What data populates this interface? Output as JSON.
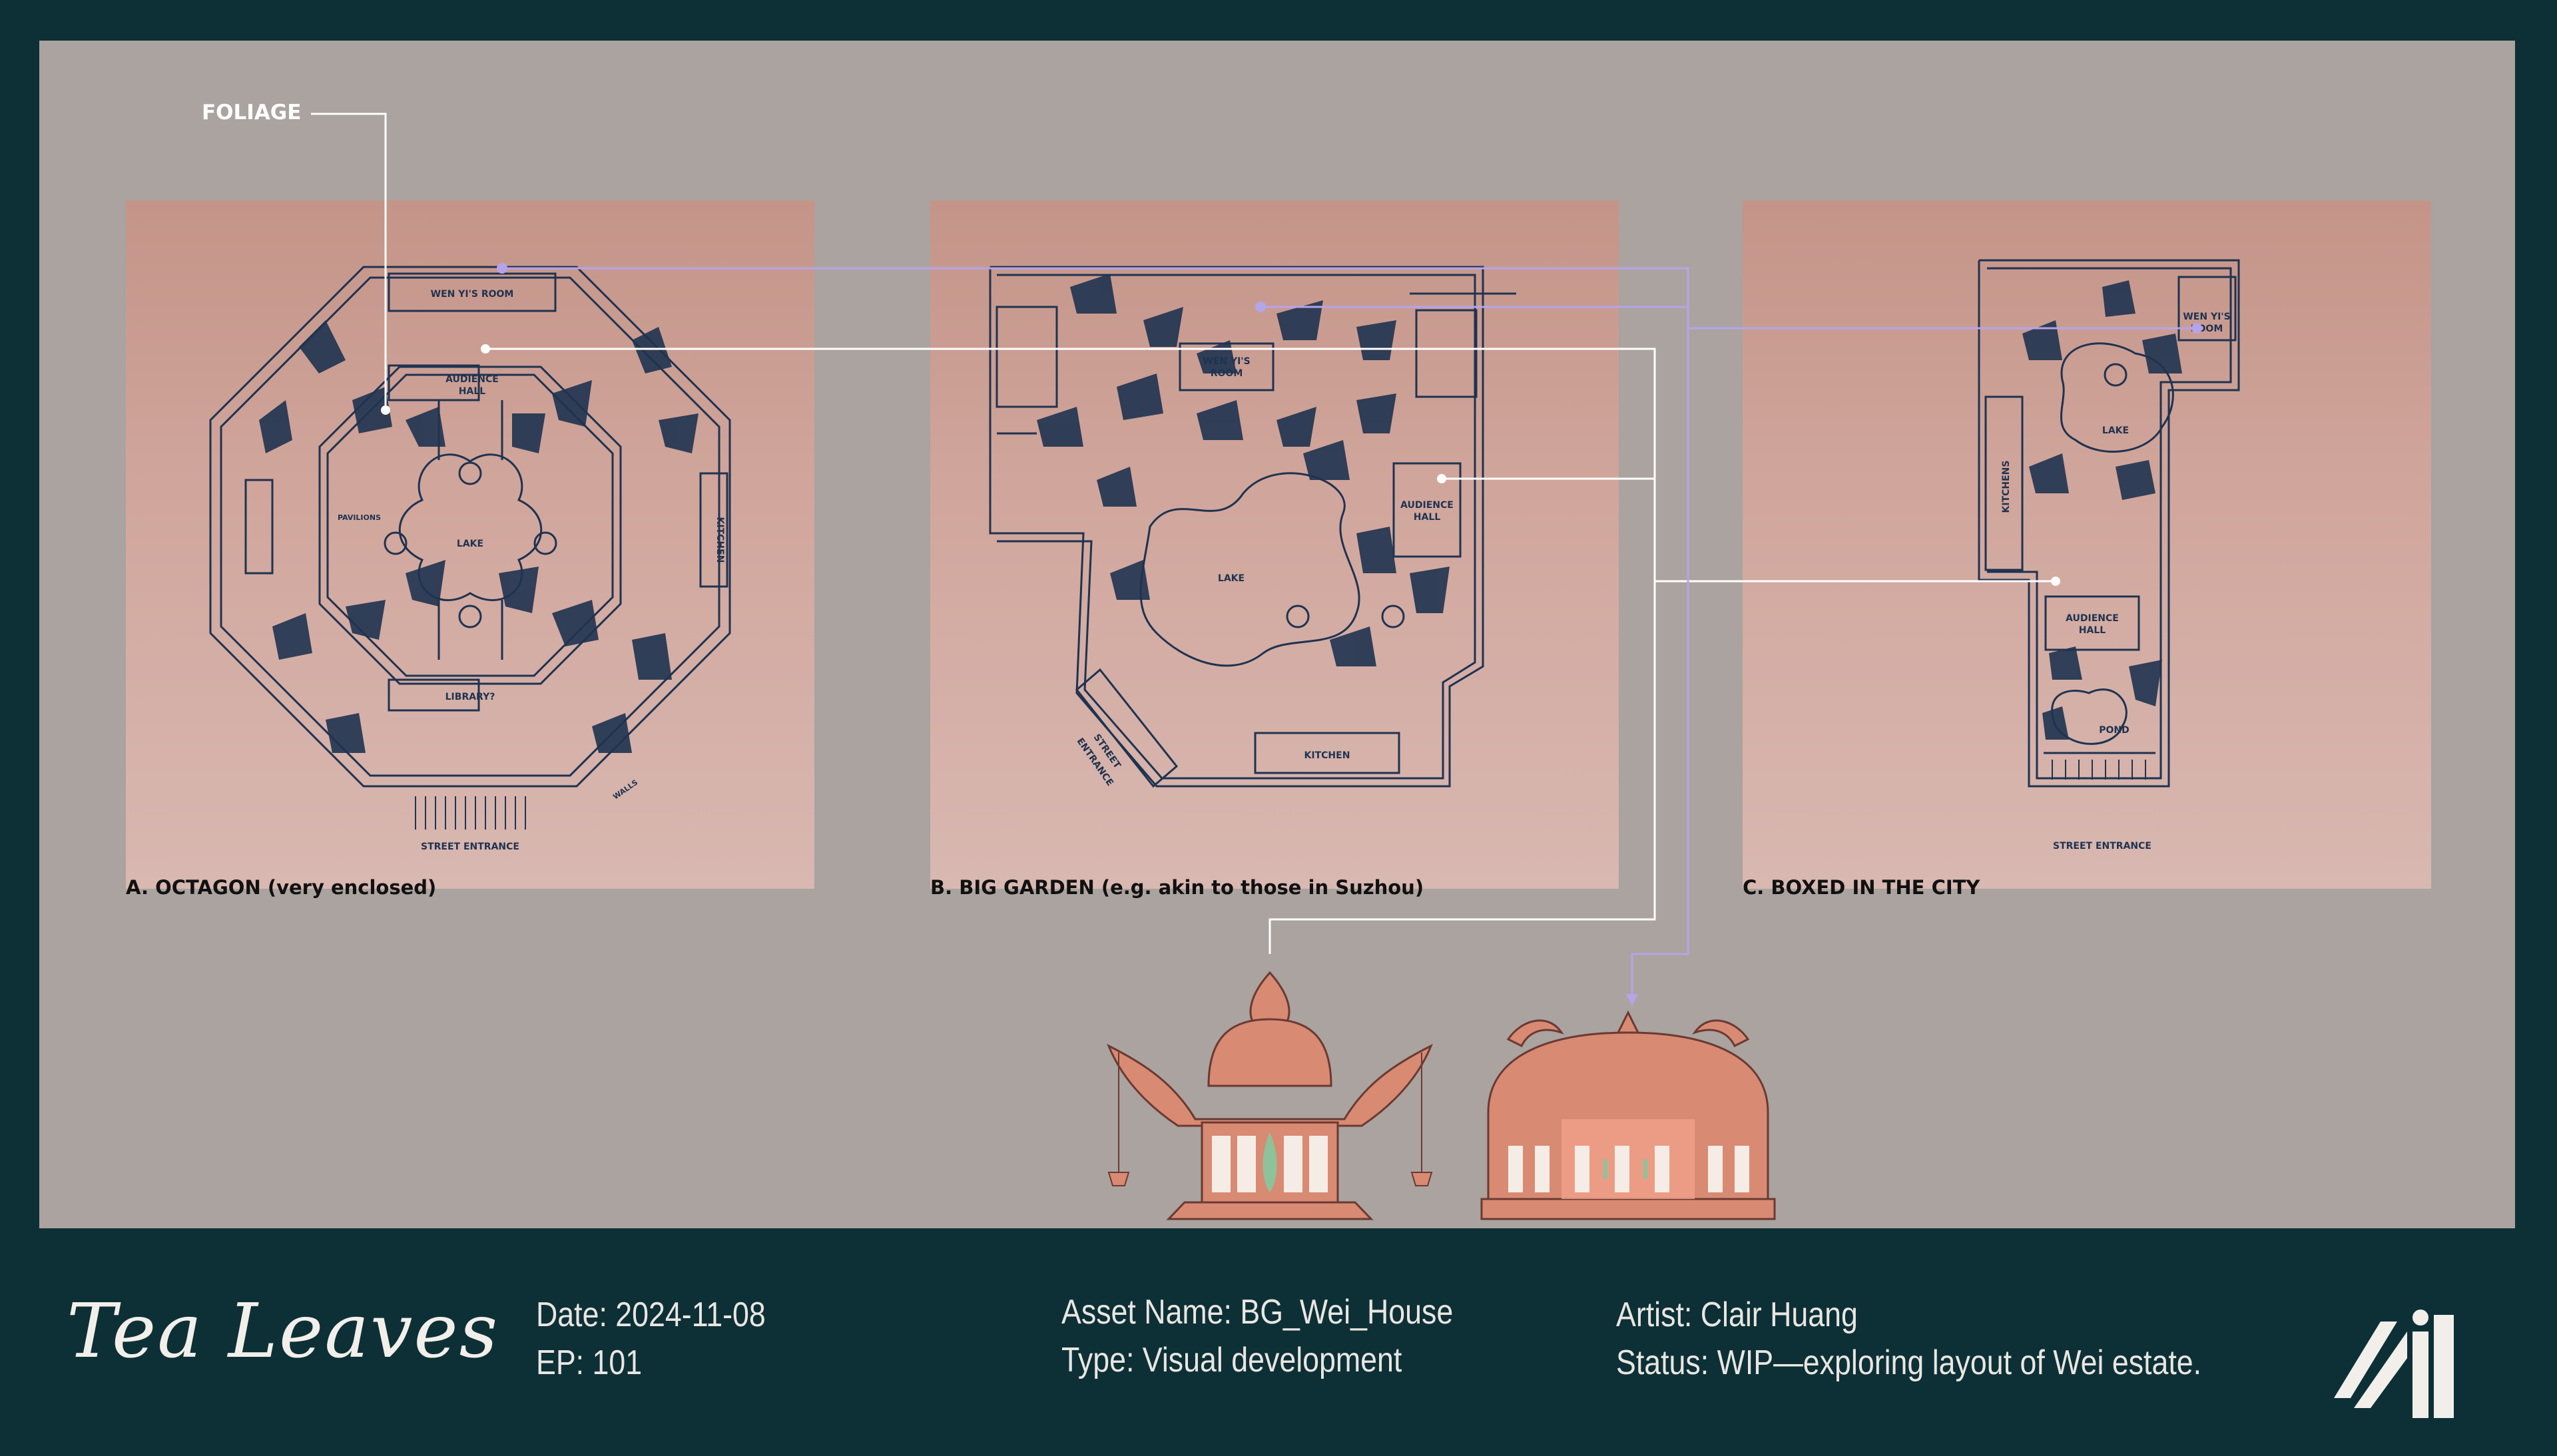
{
  "callout": {
    "foliage": "FOLIAGE"
  },
  "plans": [
    {
      "caption": "A. OCTAGON (very enclosed)",
      "labels": {
        "wen_yi_room": "WEN YI'S ROOM",
        "audience_hall_1": "AUDIENCE",
        "audience_hall_2": "HALL",
        "pavilions": "PAVILIONS",
        "lake": "LAKE",
        "kitchen": "KITCHEN",
        "library": "LIBRARY?",
        "walls": "WALLS",
        "street_entrance": "STREET ENTRANCE"
      }
    },
    {
      "caption": "B. BIG GARDEN (e.g. akin to those in Suzhou)",
      "labels": {
        "wen_yi_room_1": "WEN YI'S",
        "wen_yi_room_2": "ROOM",
        "audience_hall_1": "AUDIENCE",
        "audience_hall_2": "HALL",
        "lake": "LAKE",
        "kitchen": "KITCHEN",
        "street_entrance_1": "STREET",
        "street_entrance_2": "ENTRANCE"
      }
    },
    {
      "caption": "C. BOXED IN THE CITY",
      "labels": {
        "wen_yi_room_1": "WEN YI'S",
        "wen_yi_room_2": "ROOM",
        "lake": "LAKE",
        "kitchens": "KITCHENS",
        "audience_hall_1": "AUDIENCE",
        "audience_hall_2": "HALL",
        "pond": "POND",
        "street_entrance": "STREET ENTRANCE"
      }
    }
  ],
  "colors": {
    "background": "#0d3036",
    "board": "#aaa39f",
    "panel_top": "#c49488",
    "panel_bottom": "#d8b8b1",
    "plan_ink": "#1f3350",
    "connector_white": "#ffffff",
    "connector_lavender": "#b4a4ea",
    "building": "#d98a73"
  },
  "icons": [
    "audience-hall-elevation",
    "wen-yi-room-elevation",
    "studio-logo"
  ],
  "footer": {
    "title": "Tea Leaves",
    "date": "Date: 2024-11-08",
    "episode": "EP: 101",
    "asset_name": "Asset Name: BG_Wei_House",
    "type": "Type: Visual development",
    "artist": "Artist: Clair Huang",
    "status": "Status: WIP—exploring layout of Wei estate."
  }
}
